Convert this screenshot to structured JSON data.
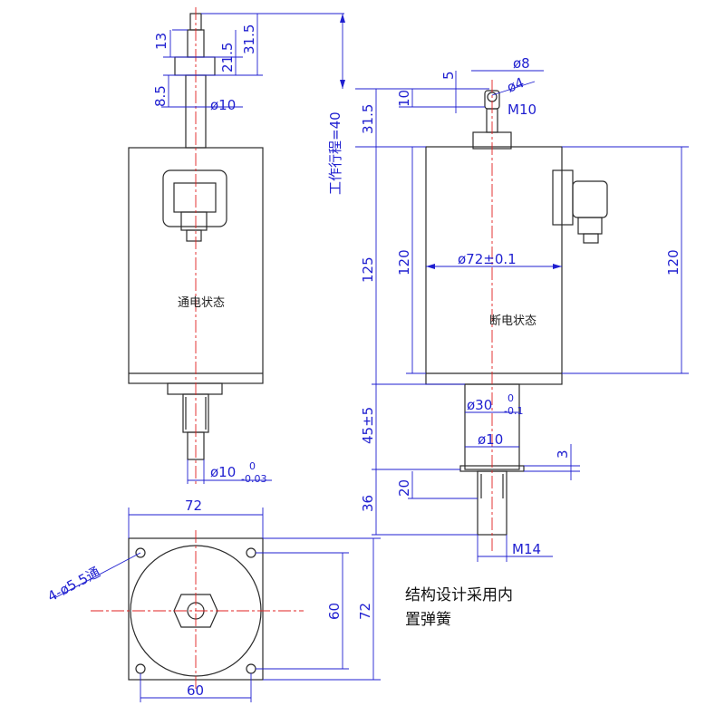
{
  "views": {
    "left": {
      "state_label": "通电状态",
      "dims": {
        "d13": "13",
        "d21_5": "21.5",
        "d31_5": "31.5",
        "d8_5": "8.5",
        "phi10": "ø10",
        "phi10_tol_main": "ø10",
        "phi10_tol_upper": "0",
        "phi10_tol_lower": "-0.03"
      }
    },
    "right": {
      "state_label": "断电状态",
      "dims": {
        "stroke": "工作行程=40",
        "d5": "5",
        "d10": "10",
        "phi8": "ø8",
        "phi4": "ø4",
        "m10": "M10",
        "d31_5": "31.5",
        "d125": "125",
        "d120_in": "120",
        "phi72": "ø72±0.1",
        "d120_out": "120",
        "d45": "45±5",
        "phi30_main": "ø30",
        "phi30_upper": "0",
        "phi30_lower": "-0.1",
        "phi10": "ø10",
        "d3": "3",
        "d20": "20",
        "d36": "36",
        "m14": "M14"
      }
    },
    "bottom": {
      "dims": {
        "w72": "72",
        "holes": "4-ø5.5通",
        "h60": "60",
        "h72": "72",
        "w60": "60"
      }
    }
  },
  "note": {
    "line1": "结构设计采用内",
    "line2": "置弹簧"
  },
  "colors": {
    "object": "#2a2a2a",
    "dimension": "#1f1fd0",
    "centerline": "#e02020"
  }
}
